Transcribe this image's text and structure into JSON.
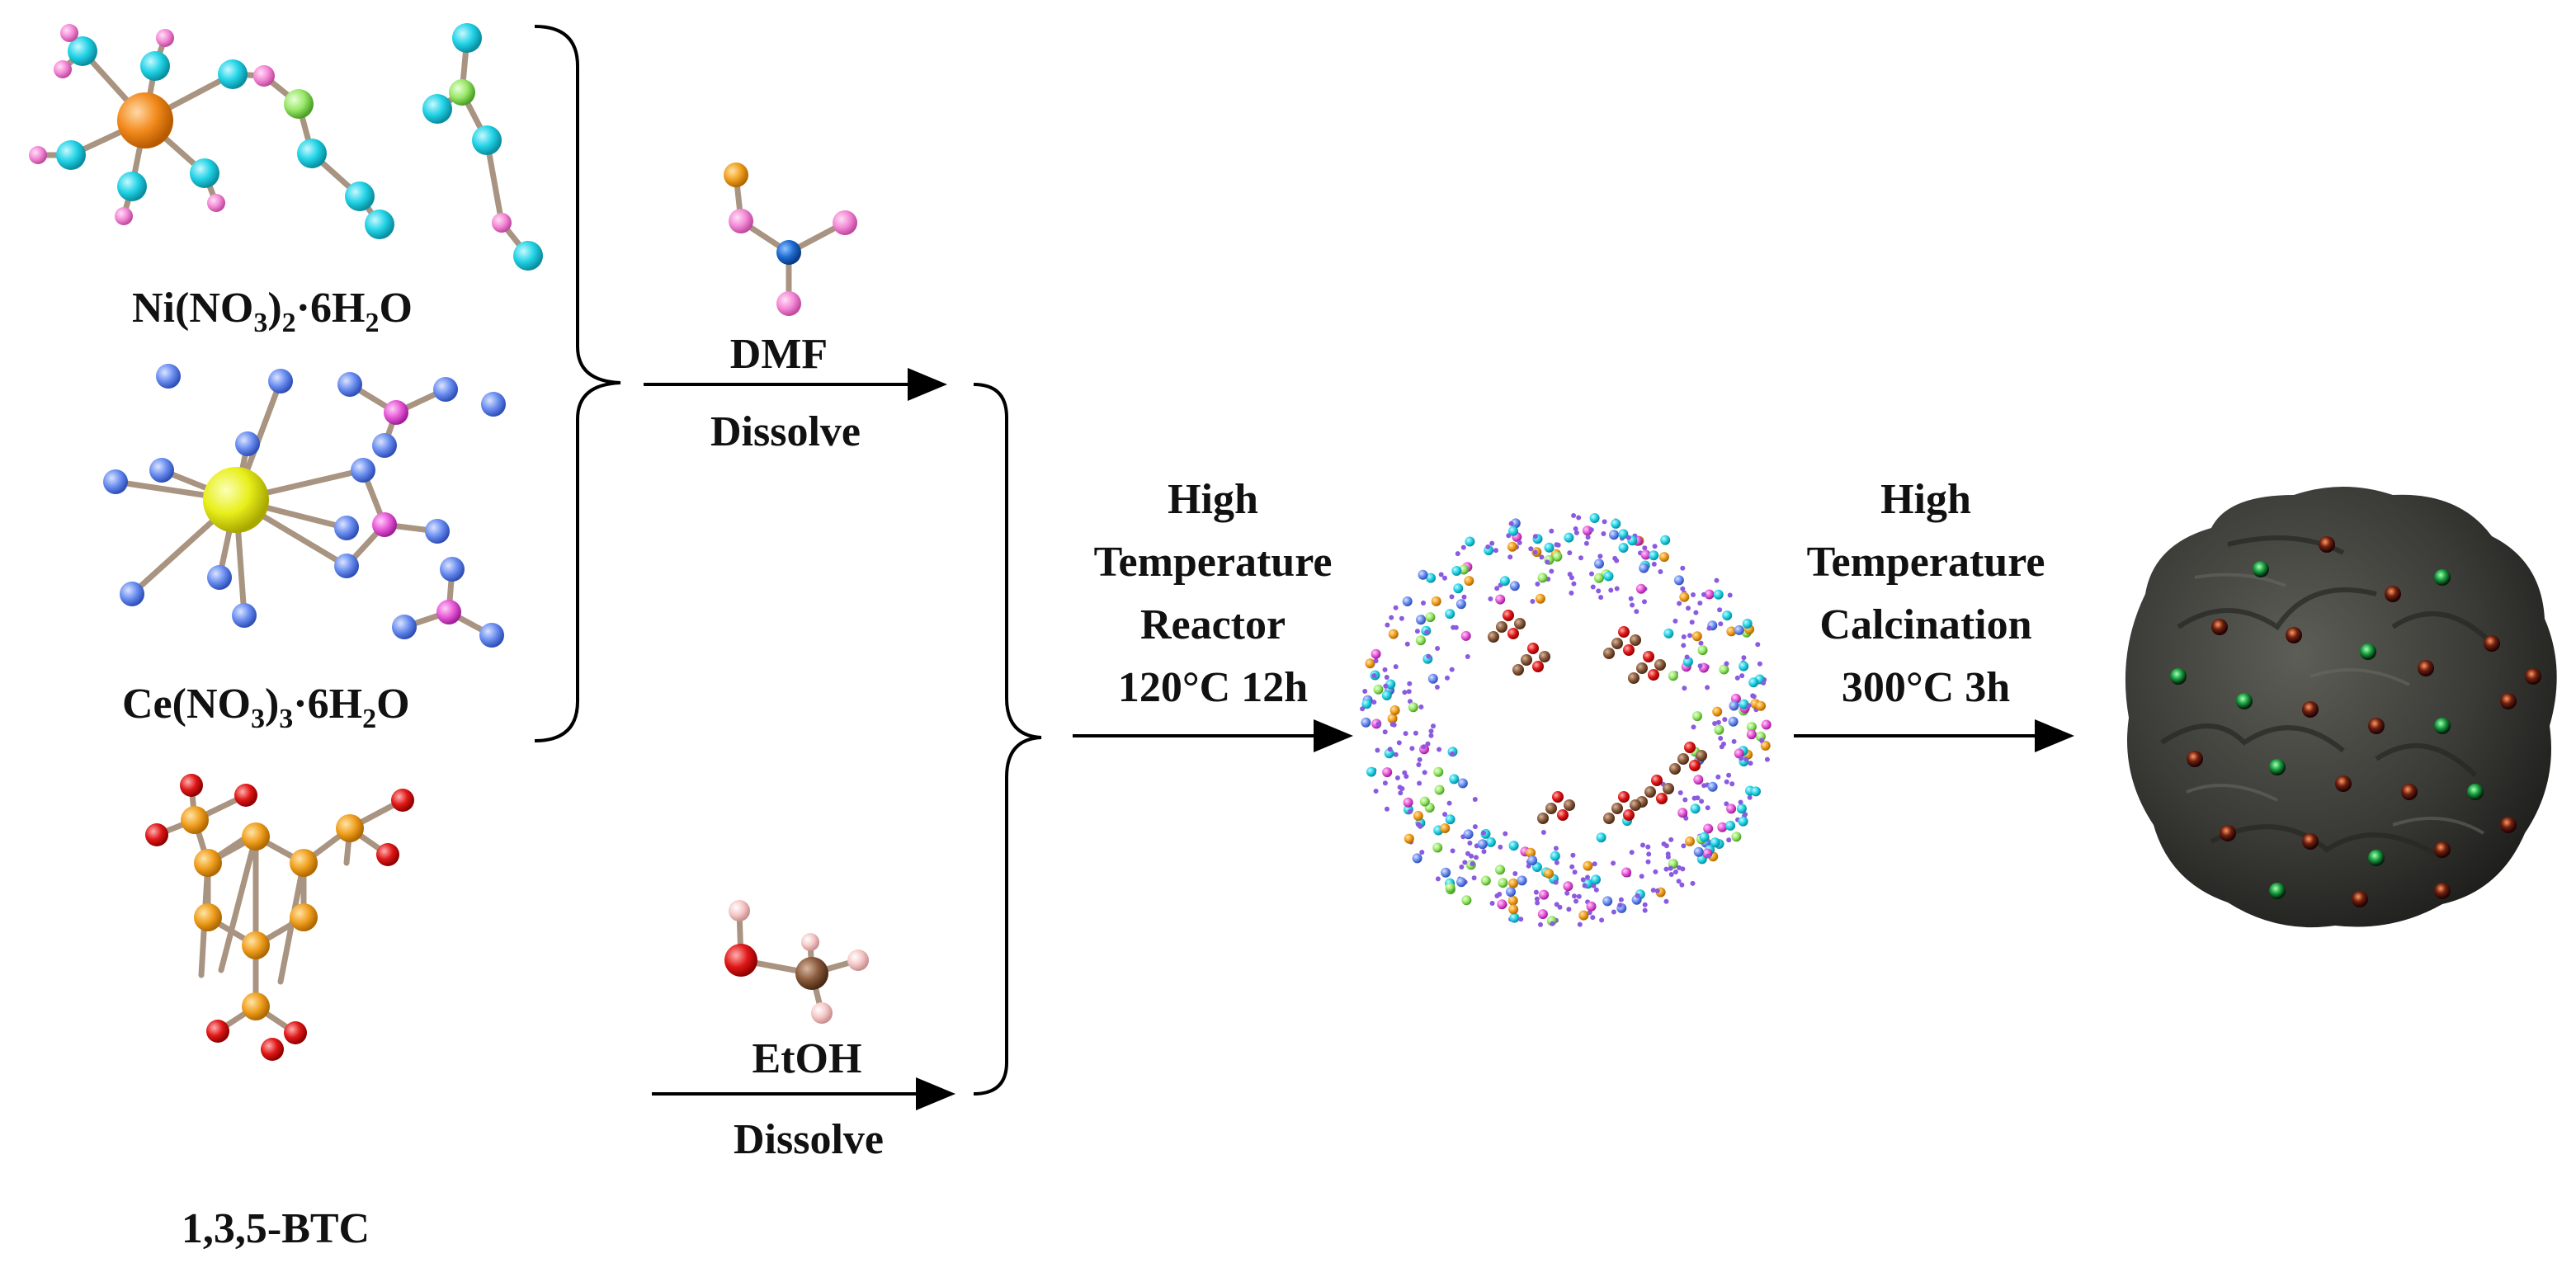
{
  "reagents": {
    "nickel_nitrate": {
      "label_parts": [
        {
          "t": "Ni(NO",
          "sub": false
        },
        {
          "t": "3",
          "sub": true
        },
        {
          "t": ")",
          "sub": false
        },
        {
          "t": "2",
          "sub": true
        },
        {
          "t": "·6H",
          "sub": false
        },
        {
          "t": "2",
          "sub": true
        },
        {
          "t": "O",
          "sub": false
        }
      ]
    },
    "cerium_nitrate": {
      "label_parts": [
        {
          "t": "Ce(NO",
          "sub": false
        },
        {
          "t": "3",
          "sub": true
        },
        {
          "t": ")",
          "sub": false
        },
        {
          "t": "3",
          "sub": true
        },
        {
          "t": "·6H",
          "sub": false
        },
        {
          "t": "2",
          "sub": true
        },
        {
          "t": "O",
          "sub": false
        }
      ]
    },
    "btc": {
      "label": "1,3,5-BTC"
    }
  },
  "steps": {
    "dmf": {
      "solvent": "DMF",
      "action": "Dissolve"
    },
    "etoh": {
      "solvent": "EtOH",
      "action": "Dissolve"
    },
    "reactor": {
      "lines": [
        "High",
        "Temperature",
        "Reactor",
        "120°C 12h"
      ]
    },
    "calcination": {
      "lines": [
        "High",
        "Temperature",
        "Calcination",
        "300°C 3h"
      ]
    }
  },
  "atom_colors": {
    "nickel": "#f28a1c",
    "cerium": "#e8ef1a",
    "oxygen_cyan": "#22d3e6",
    "hydrogen_pink": "#f48ad6",
    "nitrogen_green": "#9ae86a",
    "oxygen_blue": "#6b8ef0",
    "nitrogen_magenta": "#e85ad8",
    "carbon_orange": "#f0a020",
    "oxygen_red": "#e01818",
    "carbon_brown": "#8a5a3c",
    "bond": "#a89480",
    "particle": "#3a3a36"
  }
}
